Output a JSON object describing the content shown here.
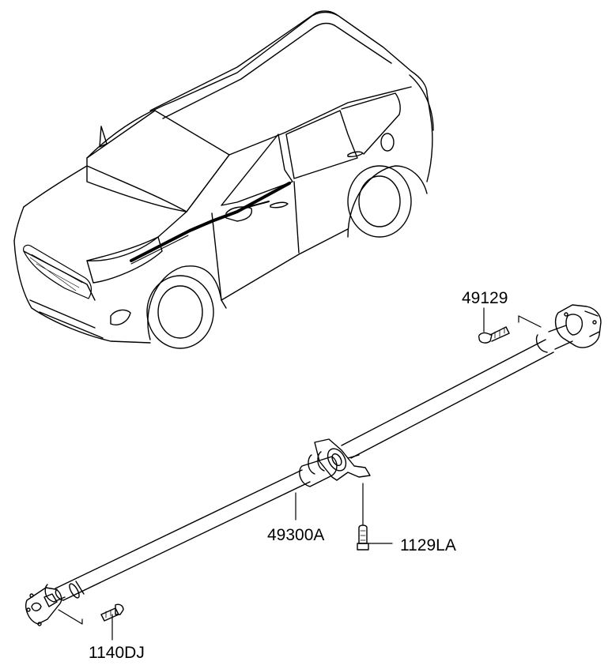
{
  "diagram": {
    "part_labels": {
      "bolt_top": "49129",
      "shaft_assembly": "49300A",
      "center_bearing_bolt": "1129LA",
      "bolt_bottom": "1140DJ"
    }
  }
}
